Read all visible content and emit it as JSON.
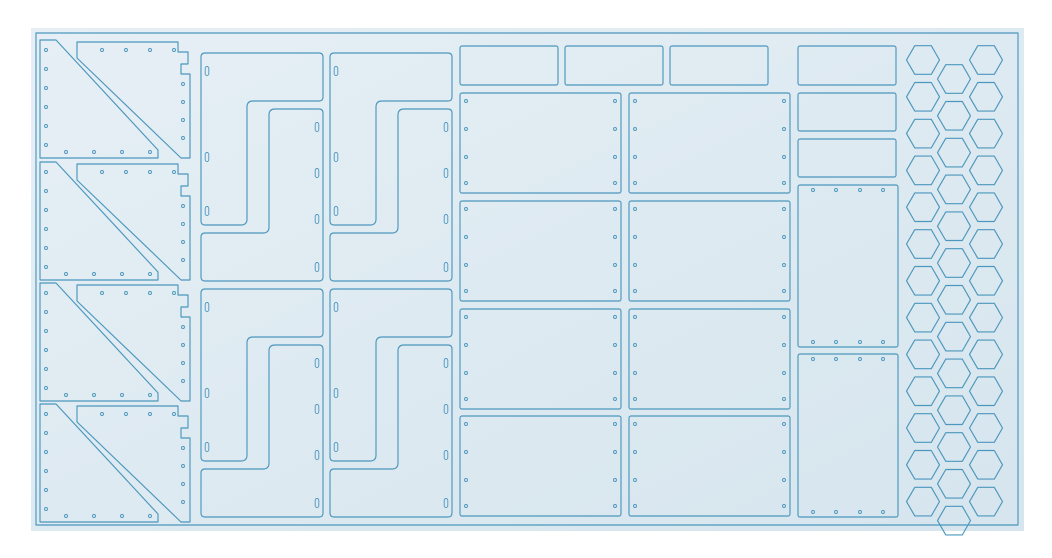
{
  "sheet": {
    "background_color": "#dce9f1",
    "cut_line_color": "#4b97bd"
  },
  "parts": {
    "triangle_brackets": 8,
    "l_plates": 8,
    "small_strips": 6,
    "panels_with_holes": 10,
    "hexagons": 39
  }
}
